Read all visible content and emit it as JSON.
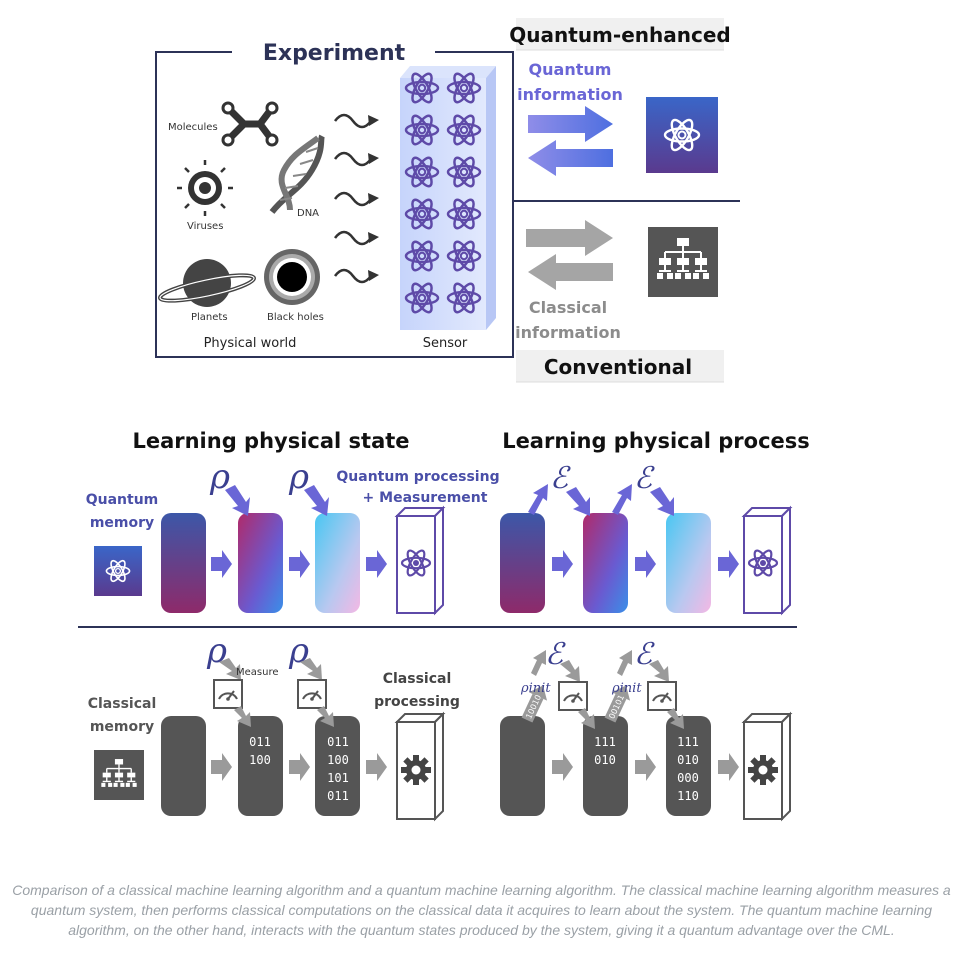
{
  "top": {
    "experiment_title": "Experiment",
    "objects": {
      "molecules": "Molecules",
      "dna": "DNA",
      "viruses": "Viruses",
      "planets": "Planets",
      "black_holes": "Black holes"
    },
    "physical_world": "Physical world",
    "sensor": "Sensor",
    "quantum_enhanced": "Quantum-enhanced",
    "quantum_info_line1": "Quantum",
    "quantum_info_line2": "information",
    "classical_info_line1": "Classical",
    "classical_info_line2": "information",
    "conventional": "Conventional"
  },
  "bottom": {
    "state_title": "Learning physical state",
    "process_title": "Learning physical process",
    "rho": "ρ",
    "channel": "ℰ",
    "rho_init": "ρinit",
    "quantum_processing_line1": "Quantum processing",
    "quantum_processing_line2": "+ Measurement",
    "quantum_memory_line1": "Quantum",
    "quantum_memory_line2": "memory",
    "classical_memory_line1": "Classical",
    "classical_memory_line2": "memory",
    "measure": "Measure",
    "classical_processing_line1": "Classical",
    "classical_processing_line2": "processing",
    "bits_state_1": [
      "011",
      "100"
    ],
    "bits_state_2": [
      "011",
      "100",
      "101",
      "011"
    ],
    "bits_proc_1": [
      "111",
      "010"
    ],
    "bits_proc_2": [
      "111",
      "010",
      "000",
      "110"
    ],
    "stream_1": "10010",
    "stream_2": "00101"
  },
  "caption": "Comparison of a classical machine learning algorithm and a quantum machine learning algorithm. The classical machine learning algorithm measures a quantum system, then performs classical computations on the classical data it acquires to learn about the system. The quantum machine learning algorithm, on the other hand, interacts with the quantum states produced by the system, giving it a quantum advantage over the CML.",
  "colors": {
    "quantum_purple": "#6a66d6",
    "dark_navy": "#2c3257",
    "gray": "#8c8c8c"
  }
}
